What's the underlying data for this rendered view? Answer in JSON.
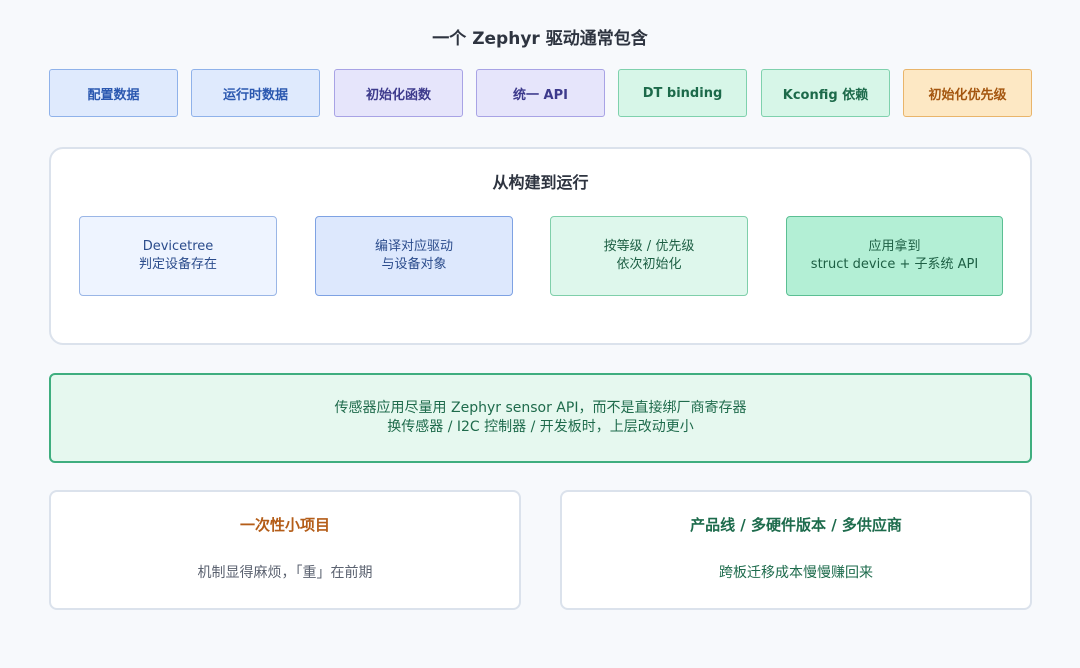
{
  "title": "一个 Zephyr 驱动通常包含",
  "tags": [
    {
      "label": "配置数据",
      "color": "blue"
    },
    {
      "label": "运行时数据",
      "color": "blue"
    },
    {
      "label": "初始化函数",
      "color": "purple"
    },
    {
      "label": "统一 API",
      "color": "purple"
    },
    {
      "label": "DT binding",
      "color": "green"
    },
    {
      "label": "Kconfig 依赖",
      "color": "green"
    },
    {
      "label": "初始化优先级",
      "color": "orange"
    }
  ],
  "flow": {
    "title": "从构建到运行",
    "steps": [
      {
        "line1": "Devicetree",
        "line2": "判定设备存在"
      },
      {
        "line1": "编译对应驱动",
        "line2": "与设备对象"
      },
      {
        "line1": "按等级 / 优先级",
        "line2": "依次初始化"
      },
      {
        "line1": "应用拿到",
        "line2": "struct device + 子系统 API"
      }
    ]
  },
  "advice": {
    "line1": "传感器应用尽量用 Zephyr sensor API，而不是直接绑厂商寄存器",
    "line2": "换传感器 / I2C 控制器 / 开发板时，上层改动更小"
  },
  "comparison": {
    "left": {
      "title": "一次性小项目",
      "desc": "机制显得麻烦，「重」在前期"
    },
    "right": {
      "title": "产品线 / 多硬件版本 / 多供应商",
      "desc": "跨板迁移成本慢慢赚回来"
    }
  }
}
